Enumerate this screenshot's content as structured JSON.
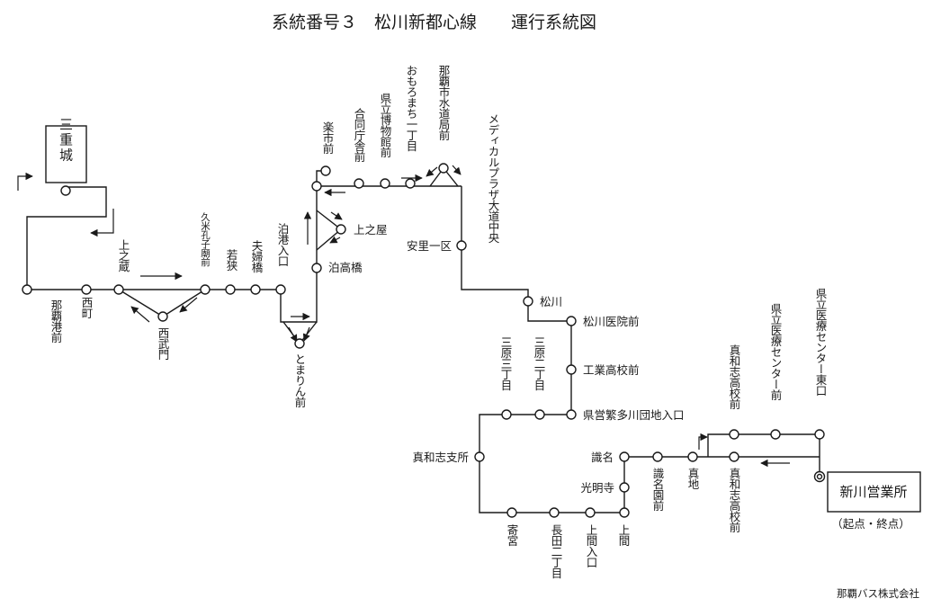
{
  "title": "系統番号３　松川新都心線　　運行系統図",
  "company": "那覇バス株式会社",
  "terminal": {
    "name": "新川営業所",
    "note": "（起点・終点）"
  },
  "sanjujo": "三重城",
  "stops": [
    {
      "id": "naha-port",
      "label": "那覇港前"
    },
    {
      "id": "nishimachi",
      "label": "西町"
    },
    {
      "id": "kaminokura",
      "label": "上之蔵"
    },
    {
      "id": "nishimmon",
      "label": "西武門"
    },
    {
      "id": "kumeko",
      "label": "久米孔子廟前"
    },
    {
      "id": "wakasa",
      "label": "若狭"
    },
    {
      "id": "meotobashi",
      "label": "夫婦橋"
    },
    {
      "id": "tomari-entrance",
      "label": "泊港入口"
    },
    {
      "id": "tomarin",
      "label": "とまりん前"
    },
    {
      "id": "tomari-takahashi",
      "label": "泊高橋"
    },
    {
      "id": "uenoya",
      "label": "上之屋"
    },
    {
      "id": "rakuichi",
      "label": "楽市前"
    },
    {
      "id": "godochosha",
      "label": "合同庁舎前"
    },
    {
      "id": "museum",
      "label": "県立博物館前"
    },
    {
      "id": "omoromachi",
      "label": "おもろまち一丁目"
    },
    {
      "id": "waterworks",
      "label": "那覇市水道局前"
    },
    {
      "id": "medical-plaza",
      "label": "メディカルプラザ大道中央"
    },
    {
      "id": "asato",
      "label": "安里一区"
    },
    {
      "id": "matsukawa",
      "label": "松川"
    },
    {
      "id": "matsukawa-hospital",
      "label": "松川医院前"
    },
    {
      "id": "industrial-hs",
      "label": "工業高校前"
    },
    {
      "id": "tagawa-housing",
      "label": "県営繁多川団地入口"
    },
    {
      "id": "mihara-2",
      "label": "三原二丁目"
    },
    {
      "id": "mihara-3",
      "label": "三原三丁目"
    },
    {
      "id": "mawashi-branch",
      "label": "真和志支所"
    },
    {
      "id": "yorimiya",
      "label": "寄宮"
    },
    {
      "id": "nagata-2",
      "label": "長田二丁目"
    },
    {
      "id": "uema-entrance",
      "label": "上間入口"
    },
    {
      "id": "uema",
      "label": "上間"
    },
    {
      "id": "komyoji",
      "label": "光明寺"
    },
    {
      "id": "shikina",
      "label": "識名"
    },
    {
      "id": "shikina-en",
      "label": "識名園前"
    },
    {
      "id": "maji",
      "label": "真地"
    },
    {
      "id": "mawashi-hs-1",
      "label": "真和志高校前"
    },
    {
      "id": "mawashi-hs-2",
      "label": "真和志高校前"
    },
    {
      "id": "medical-center",
      "label": "県立医療センター前"
    },
    {
      "id": "medical-center-east",
      "label": "県立医療センター東口"
    }
  ]
}
